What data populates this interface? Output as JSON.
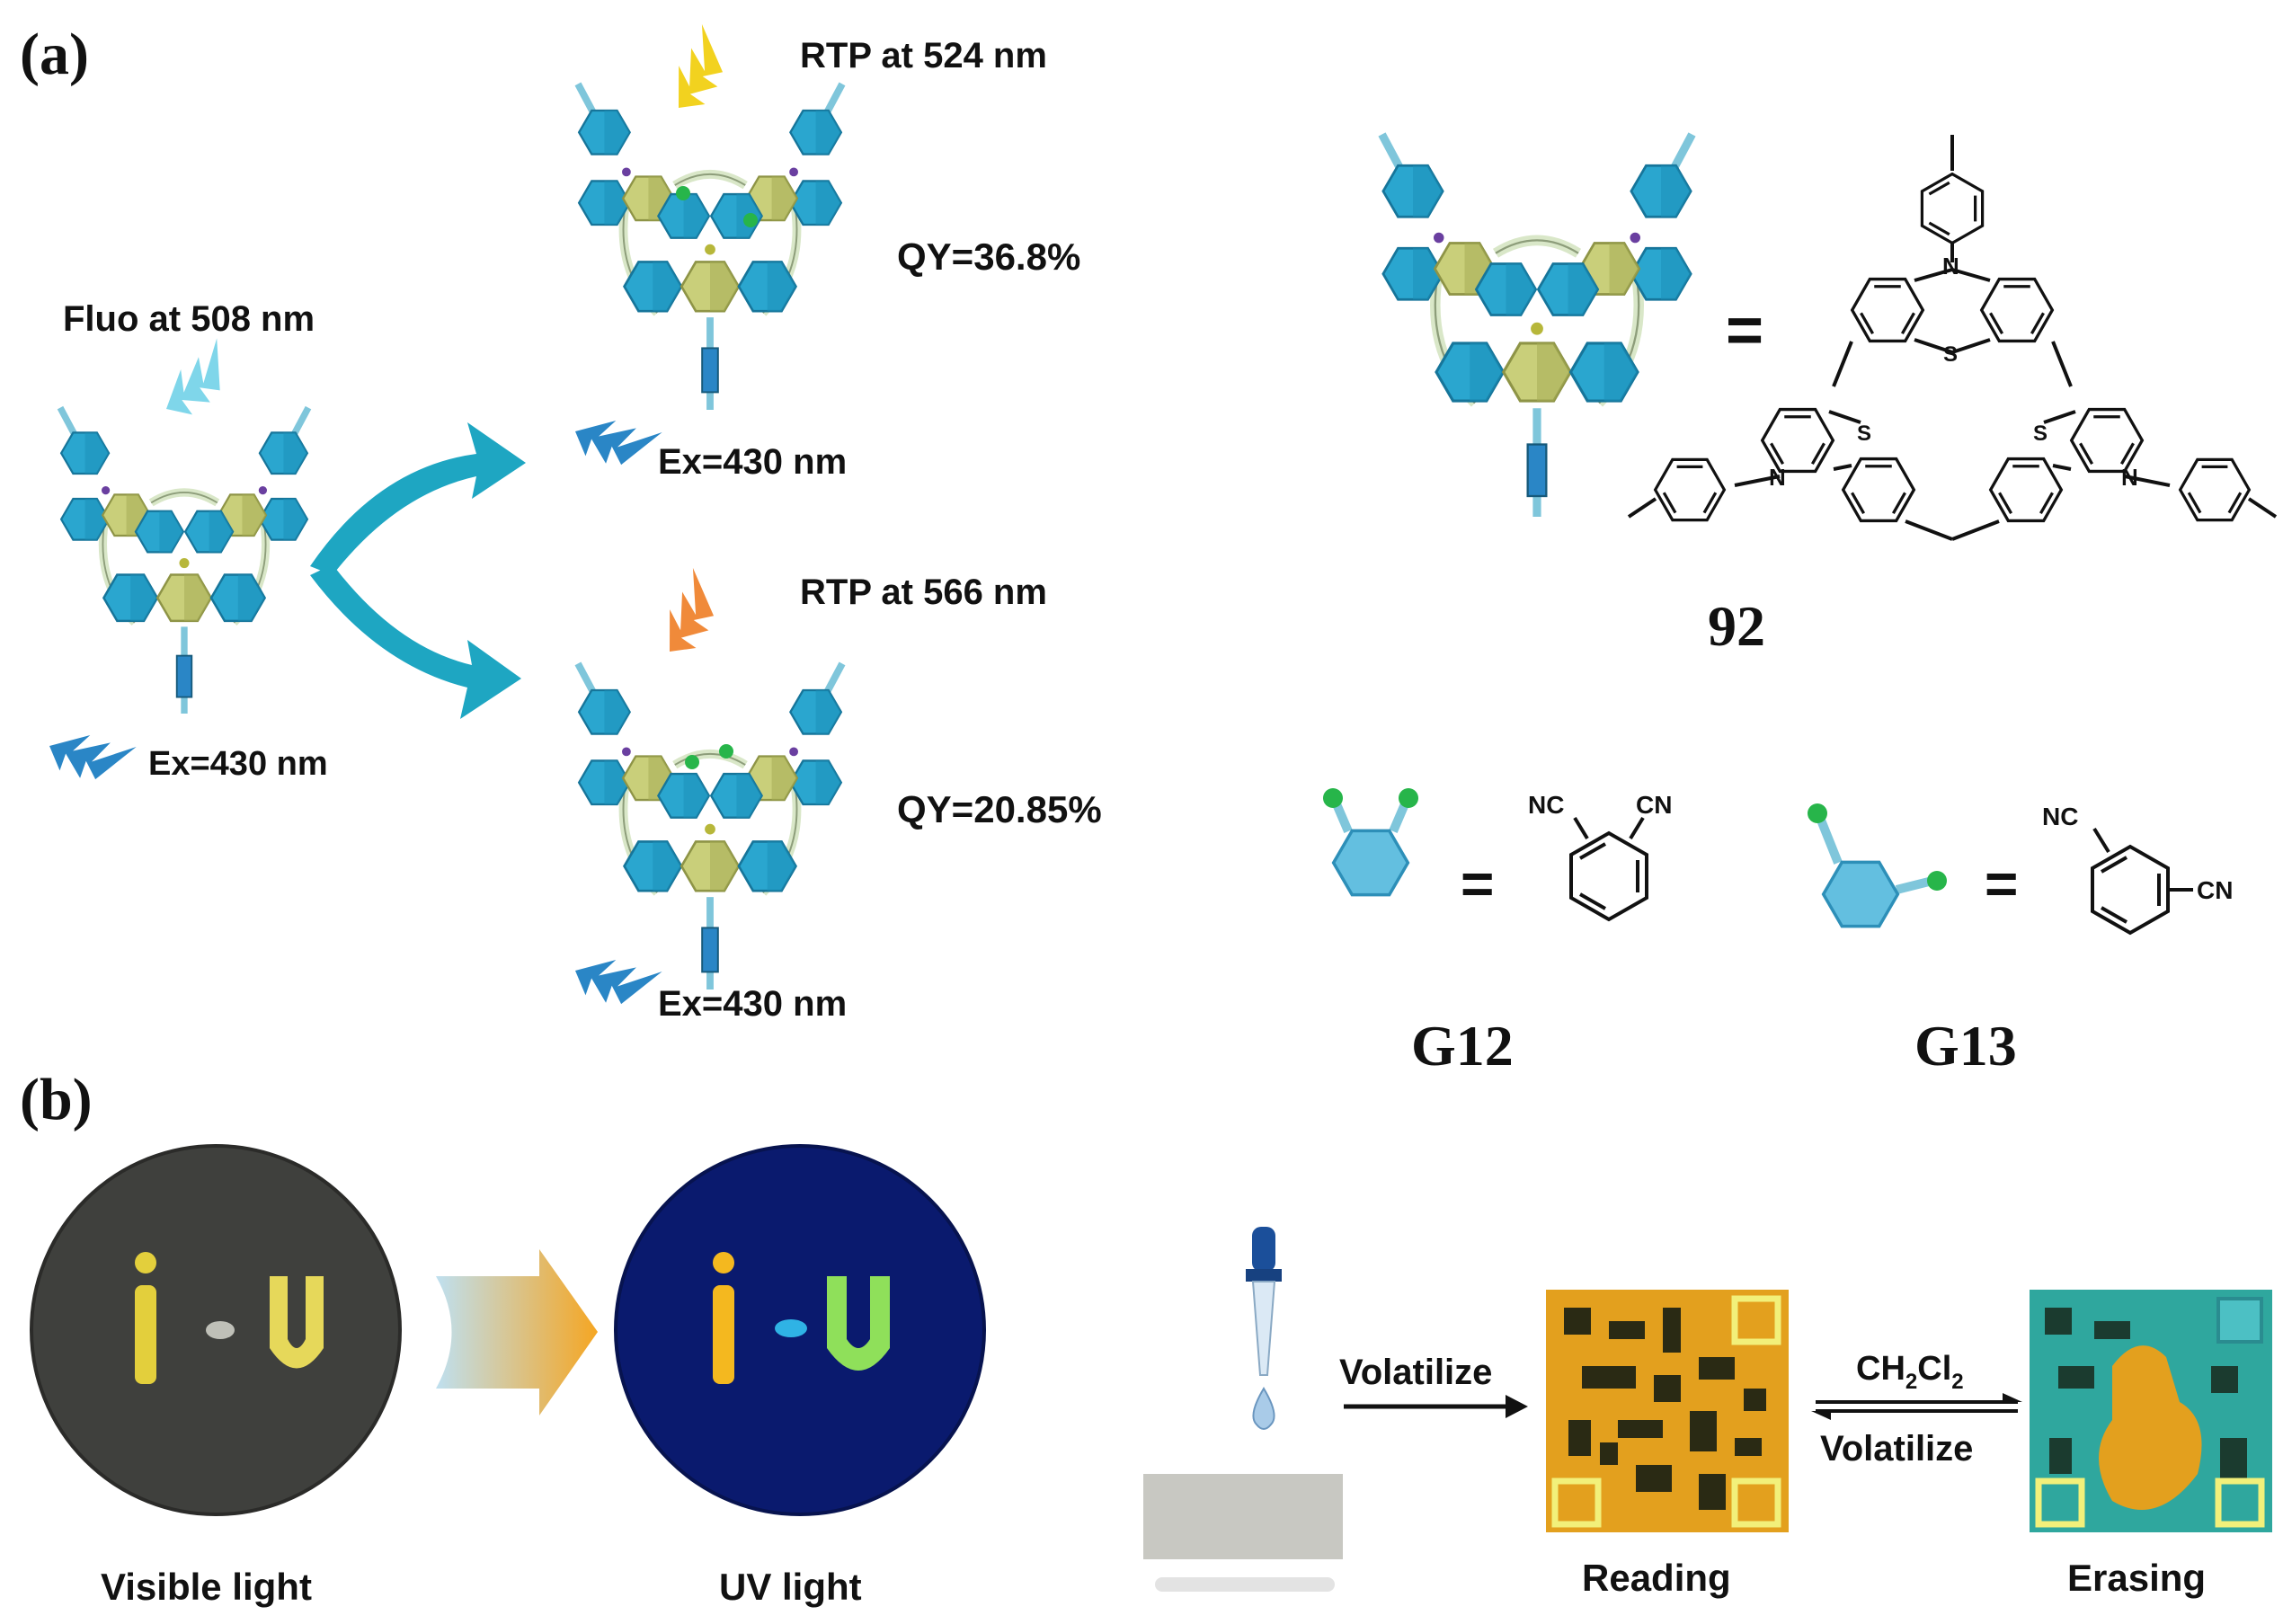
{
  "panel_a": {
    "label": "(a)",
    "fluo": "Fluo at 508 nm",
    "ex_left": "Ex=430 nm",
    "top": {
      "rtp": "RTP at 524 nm",
      "qy": "QY=36.8%",
      "ex": "Ex=430 nm"
    },
    "bottom": {
      "rtp": "RTP at 566 nm",
      "qy": "QY=20.85%",
      "ex": "Ex=430 nm"
    },
    "compound_label": "92",
    "equals": "=",
    "guest1_label": "G12",
    "guest2_label": "G13",
    "atom_S": "S",
    "atom_N": "N",
    "atom_NC": "NC",
    "atom_CN": "CN"
  },
  "panel_b": {
    "label": "(b)",
    "visible_caption": "Visible light",
    "uv_caption": "UV light",
    "volatilize_arrow": "Volatilize",
    "solvent_main": "CH",
    "solvent_sub1": "2",
    "solvent_cl": "Cl",
    "solvent_sub2": "2",
    "volatilize_back": "Volatilize",
    "reading_caption": "Reading",
    "erasing_caption": "Erasing"
  },
  "colors": {
    "host_blue": "#2aa6cf",
    "host_dark": "#1b7ea3",
    "host_yellow": "#c9cf7a",
    "guest_dot": "#27b54a",
    "bolt_blue_light": "#7fd6ea",
    "bolt_blue": "#2a86c6",
    "bolt_yellow": "#f2d21f",
    "bolt_orange": "#f08a3a",
    "arrow_teal": "#1ea6c2"
  }
}
